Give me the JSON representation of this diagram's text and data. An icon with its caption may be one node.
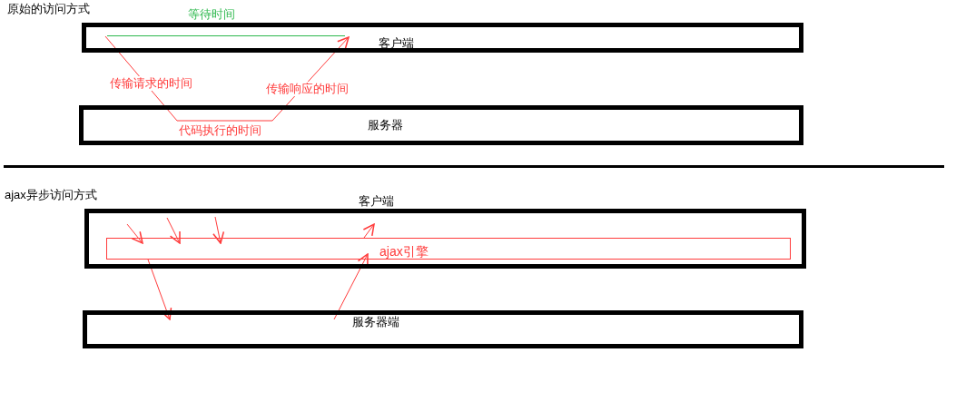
{
  "diagram": {
    "nodes": [
      {
        "text": [
          "客户端"
        ]
      },
      {
        "text": [
          "服务器"
        ]
      },
      {
        "text": [
          "客户端"
        ]
      },
      {
        "text": [
          "ajax引擎"
        ],
        "in": 2
      },
      {
        "text": [
          "服务器端"
        ]
      }
    ],
    "edges": [
      {
        "from": 0,
        "to": 1,
        "arrow": "none",
        "label": "传输请求的时间"
      },
      {
        "from": 1,
        "to": 0,
        "arrow": "to",
        "label": "传输响应的时间"
      },
      {
        "from": null,
        "to": 3,
        "arrow": "to"
      },
      {
        "from": null,
        "to": 3,
        "arrow": "to"
      },
      {
        "from": null,
        "to": 3,
        "arrow": "to"
      },
      {
        "from": 3,
        "to": 4,
        "arrow": "to"
      },
      {
        "from": 4,
        "to": 3,
        "arrow": "to"
      },
      {
        "from": 3,
        "to": 2,
        "arrow": "to"
      }
    ],
    "labels": [
      "原始的访问方式",
      "等待时间",
      "代码执行的时间",
      "ajax异步访问方式"
    ]
  }
}
